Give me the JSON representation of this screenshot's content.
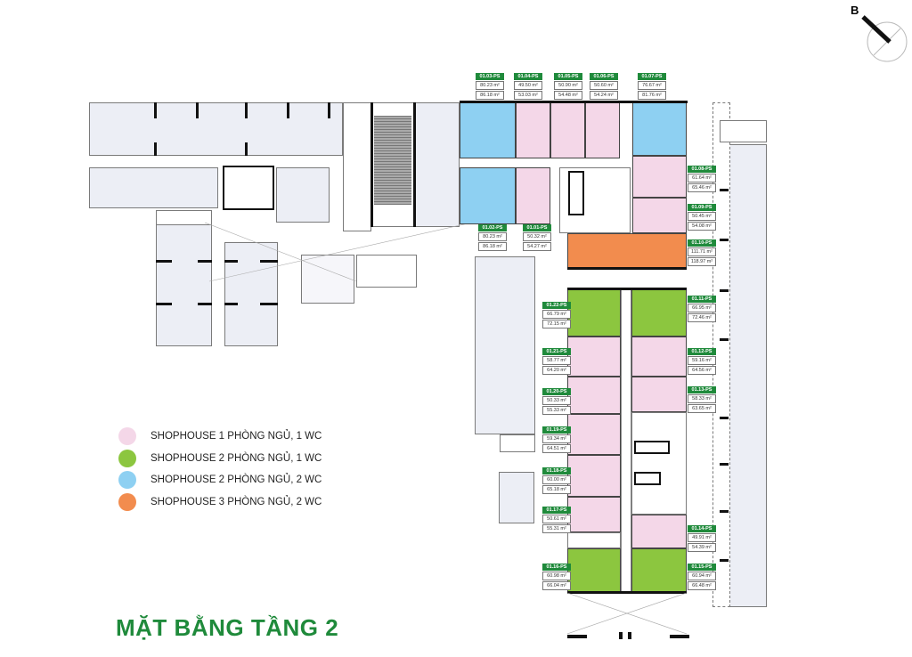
{
  "title": "MẶT BẰNG TẦNG 2",
  "compass": {
    "label": "B"
  },
  "legend": [
    {
      "label": "SHOPHOUSE 1 PHÒNG NGỦ, 1 WC",
      "color": "#f4d7e8"
    },
    {
      "label": "SHOPHOUSE 2 PHÒNG NGỦ, 1 WC",
      "color": "#8cc63f"
    },
    {
      "label": "SHOPHOUSE 2 PHÒNG NGỦ, 2 WC",
      "color": "#8ed0f2"
    },
    {
      "label": "SHOPHOUSE 3 PHÒNG NGỦ, 2 WC",
      "color": "#f28c4e"
    }
  ],
  "units": {
    "u0103": {
      "code": "01.03-PS",
      "a1": "80.23 m²",
      "a2": "86.18 m²",
      "type": "2PN-2WC"
    },
    "u0104": {
      "code": "01.04-PS",
      "a1": "49.50 m²",
      "a2": "53.03 m²",
      "type": "1PN-1WC"
    },
    "u0105": {
      "code": "01.05-PS",
      "a1": "50.90 m²",
      "a2": "54.48 m²",
      "type": "1PN-1WC"
    },
    "u0106": {
      "code": "01.06-PS",
      "a1": "50.60 m²",
      "a2": "54.24 m²",
      "type": "1PN-1WC"
    },
    "u0107": {
      "code": "01.07-PS",
      "a1": "76.67 m²",
      "a2": "81.76 m²",
      "type": "2PN-2WC"
    },
    "u0108": {
      "code": "01.08-PS",
      "a1": "61.64 m²",
      "a2": "65.46 m²",
      "type": "1PN-1WC"
    },
    "u0109": {
      "code": "01.09-PS",
      "a1": "50.45 m²",
      "a2": "54.08 m²",
      "type": "1PN-1WC"
    },
    "u0110": {
      "code": "01.10-PS",
      "a1": "111.71 m²",
      "a2": "118.97 m²",
      "type": "3PN-2WC"
    },
    "u0102": {
      "code": "01.02-PS",
      "a1": "80.23 m²",
      "a2": "86.18 m²",
      "type": "2PN-2WC"
    },
    "u0101": {
      "code": "01.01-PS",
      "a1": "50.32 m²",
      "a2": "54.27 m²",
      "type": "1PN-1WC"
    },
    "u0111": {
      "code": "01.11-PS",
      "a1": "66.95 m²",
      "a2": "72.46 m²",
      "type": "2PN-1WC"
    },
    "u0112": {
      "code": "01.12-PS",
      "a1": "59.16 m²",
      "a2": "64.56 m²",
      "type": "1PN-1WC"
    },
    "u0113": {
      "code": "01.13-PS",
      "a1": "58.33 m²",
      "a2": "63.65 m²",
      "type": "1PN-1WC"
    },
    "u0114": {
      "code": "01.14-PS",
      "a1": "49.91 m²",
      "a2": "54.39 m²",
      "type": "1PN-1WC"
    },
    "u0115": {
      "code": "01.15-PS",
      "a1": "60.94 m²",
      "a2": "66.48 m²",
      "type": "2PN-1WC"
    },
    "u0116": {
      "code": "01.16-PS",
      "a1": "60.98 m²",
      "a2": "66.04 m²",
      "type": "2PN-1WC"
    },
    "u0117": {
      "code": "01.17-PS",
      "a1": "50.61 m²",
      "a2": "55.31 m²",
      "type": "1PN-1WC"
    },
    "u0118": {
      "code": "01.18-PS",
      "a1": "60.00 m²",
      "a2": "65.18 m²",
      "type": "1PN-1WC"
    },
    "u0119": {
      "code": "01.19-PS",
      "a1": "59.34 m²",
      "a2": "64.51 m²",
      "type": "1PN-1WC"
    },
    "u0120": {
      "code": "01.20-PS",
      "a1": "50.33 m²",
      "a2": "55.33 m²",
      "type": "1PN-1WC"
    },
    "u0121": {
      "code": "01.21-PS",
      "a1": "58.77 m²",
      "a2": "64.20 m²",
      "type": "1PN-1WC"
    },
    "u0122": {
      "code": "01.22-PS",
      "a1": "66.79 m²",
      "a2": "72.15 m²",
      "type": "2PN-1WC"
    }
  }
}
